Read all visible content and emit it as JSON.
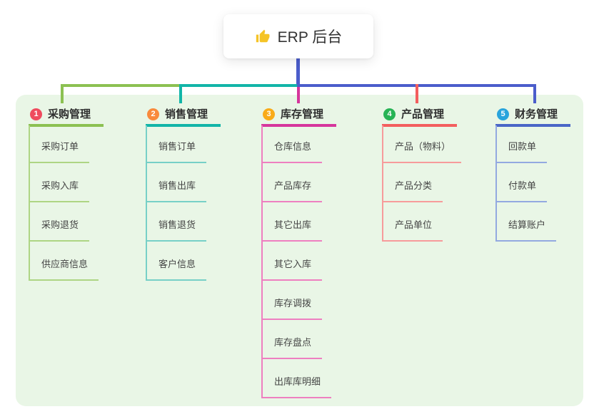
{
  "root": {
    "title": "ERP 后台",
    "icon": "thumbs-up-icon",
    "icon_color": "#f5c427"
  },
  "panel_color": "#e9f6e6",
  "connector_color": "#4b5dcb",
  "branches": [
    {
      "num": "1",
      "label": "采购管理",
      "colors": {
        "badge": "#ef4b5e",
        "line": "#8cc152",
        "soft": "#aed584"
      },
      "children": [
        "采购订单",
        "采购入库",
        "采购退货",
        "供应商信息"
      ]
    },
    {
      "num": "2",
      "label": "销售管理",
      "colors": {
        "badge": "#f98a3c",
        "line": "#12b5a8",
        "soft": "#77d0c7"
      },
      "children": [
        "销售订单",
        "销售出库",
        "销售退货",
        "客户信息"
      ]
    },
    {
      "num": "3",
      "label": "库存管理",
      "colors": {
        "badge": "#f9ab18",
        "line": "#d6359c",
        "soft": "#ee7fc0"
      },
      "children": [
        "仓库信息",
        "产品库存",
        "其它出库",
        "其它入库",
        "库存调拨",
        "库存盘点",
        "出库库明细"
      ]
    },
    {
      "num": "4",
      "label": "产品管理",
      "colors": {
        "badge": "#27b355",
        "line": "#f35e5e",
        "soft": "#f79b9b"
      },
      "children": [
        "产品（物料）",
        "产品分类",
        "产品单位"
      ]
    },
    {
      "num": "5",
      "label": "财务管理",
      "colors": {
        "badge": "#29a4dc",
        "line": "#4a66c7",
        "soft": "#93a9e0"
      },
      "children": [
        "回款单",
        "付款单",
        "结算账户"
      ]
    }
  ]
}
